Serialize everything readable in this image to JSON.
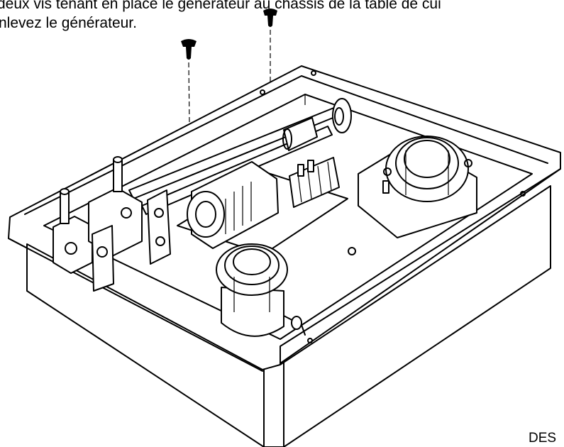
{
  "instruction": {
    "line1": "deux vis tenant en place le générateur au chassis de la table de cui",
    "line2": "nlevez le générateur."
  },
  "figure": {
    "subject": "generator assembly in table chassis with two screws",
    "caption": "DES"
  }
}
